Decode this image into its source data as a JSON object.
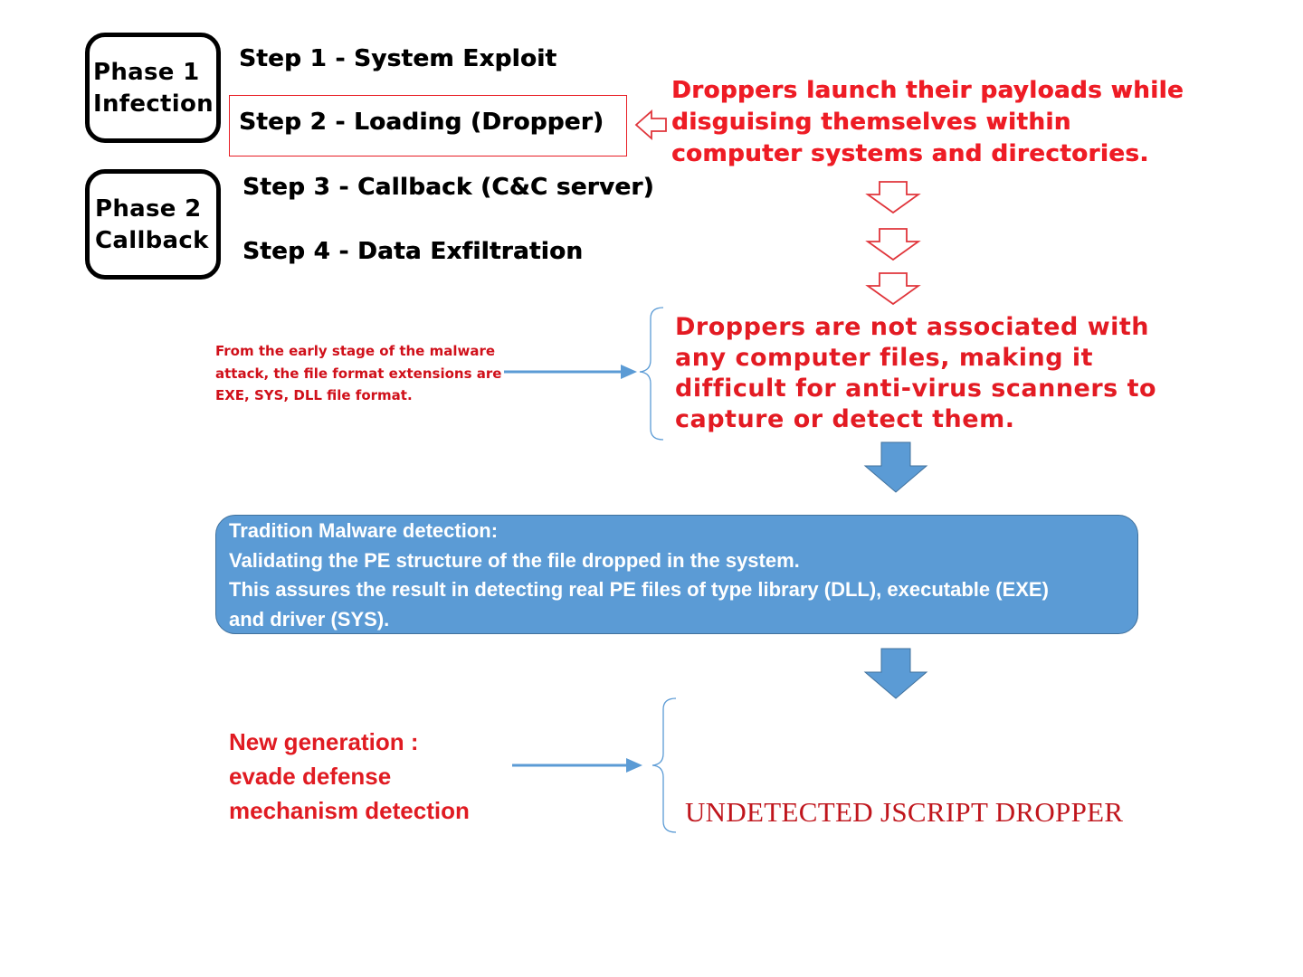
{
  "phases": [
    {
      "line1": "Phase 1",
      "line2": "Infection"
    },
    {
      "line1": "Phase 2",
      "line2": "Callback"
    }
  ],
  "steps": [
    "Step 1 - System Exploit",
    "Step 2 - Loading (Dropper)",
    "Step 3 - Callback (C&C server)",
    "Step 4 - Data Exfiltration"
  ],
  "dropper_note": [
    "Droppers launch their payloads while",
    "disguising themselves within",
    "computer systems and directories."
  ],
  "not_associated": [
    "Droppers are not associated with",
    "any computer files, making it",
    "difficult for anti-virus scanners to",
    "capture or detect them."
  ],
  "early_stage": [
    "From the early stage of the malware",
    "attack, the file format extensions are",
    "EXE, SYS, DLL file format."
  ],
  "tradition": [
    "Tradition Malware detection:",
    "Validating the PE structure of the file dropped in the system.",
    "This assures the result in detecting real PE files of type library (DLL), executable (EXE)",
    "and driver (SYS)."
  ],
  "new_generation": [
    "New generation :",
    "evade defense",
    "mechanism detection"
  ],
  "result": "UNDETECTED JSCRIPT DROPPER",
  "colors": {
    "red": "#ee1c25",
    "blue_fill": "#5b9bd5",
    "blue_arrow": "#5b9bd5",
    "outline_arrow": "#e0353b"
  }
}
